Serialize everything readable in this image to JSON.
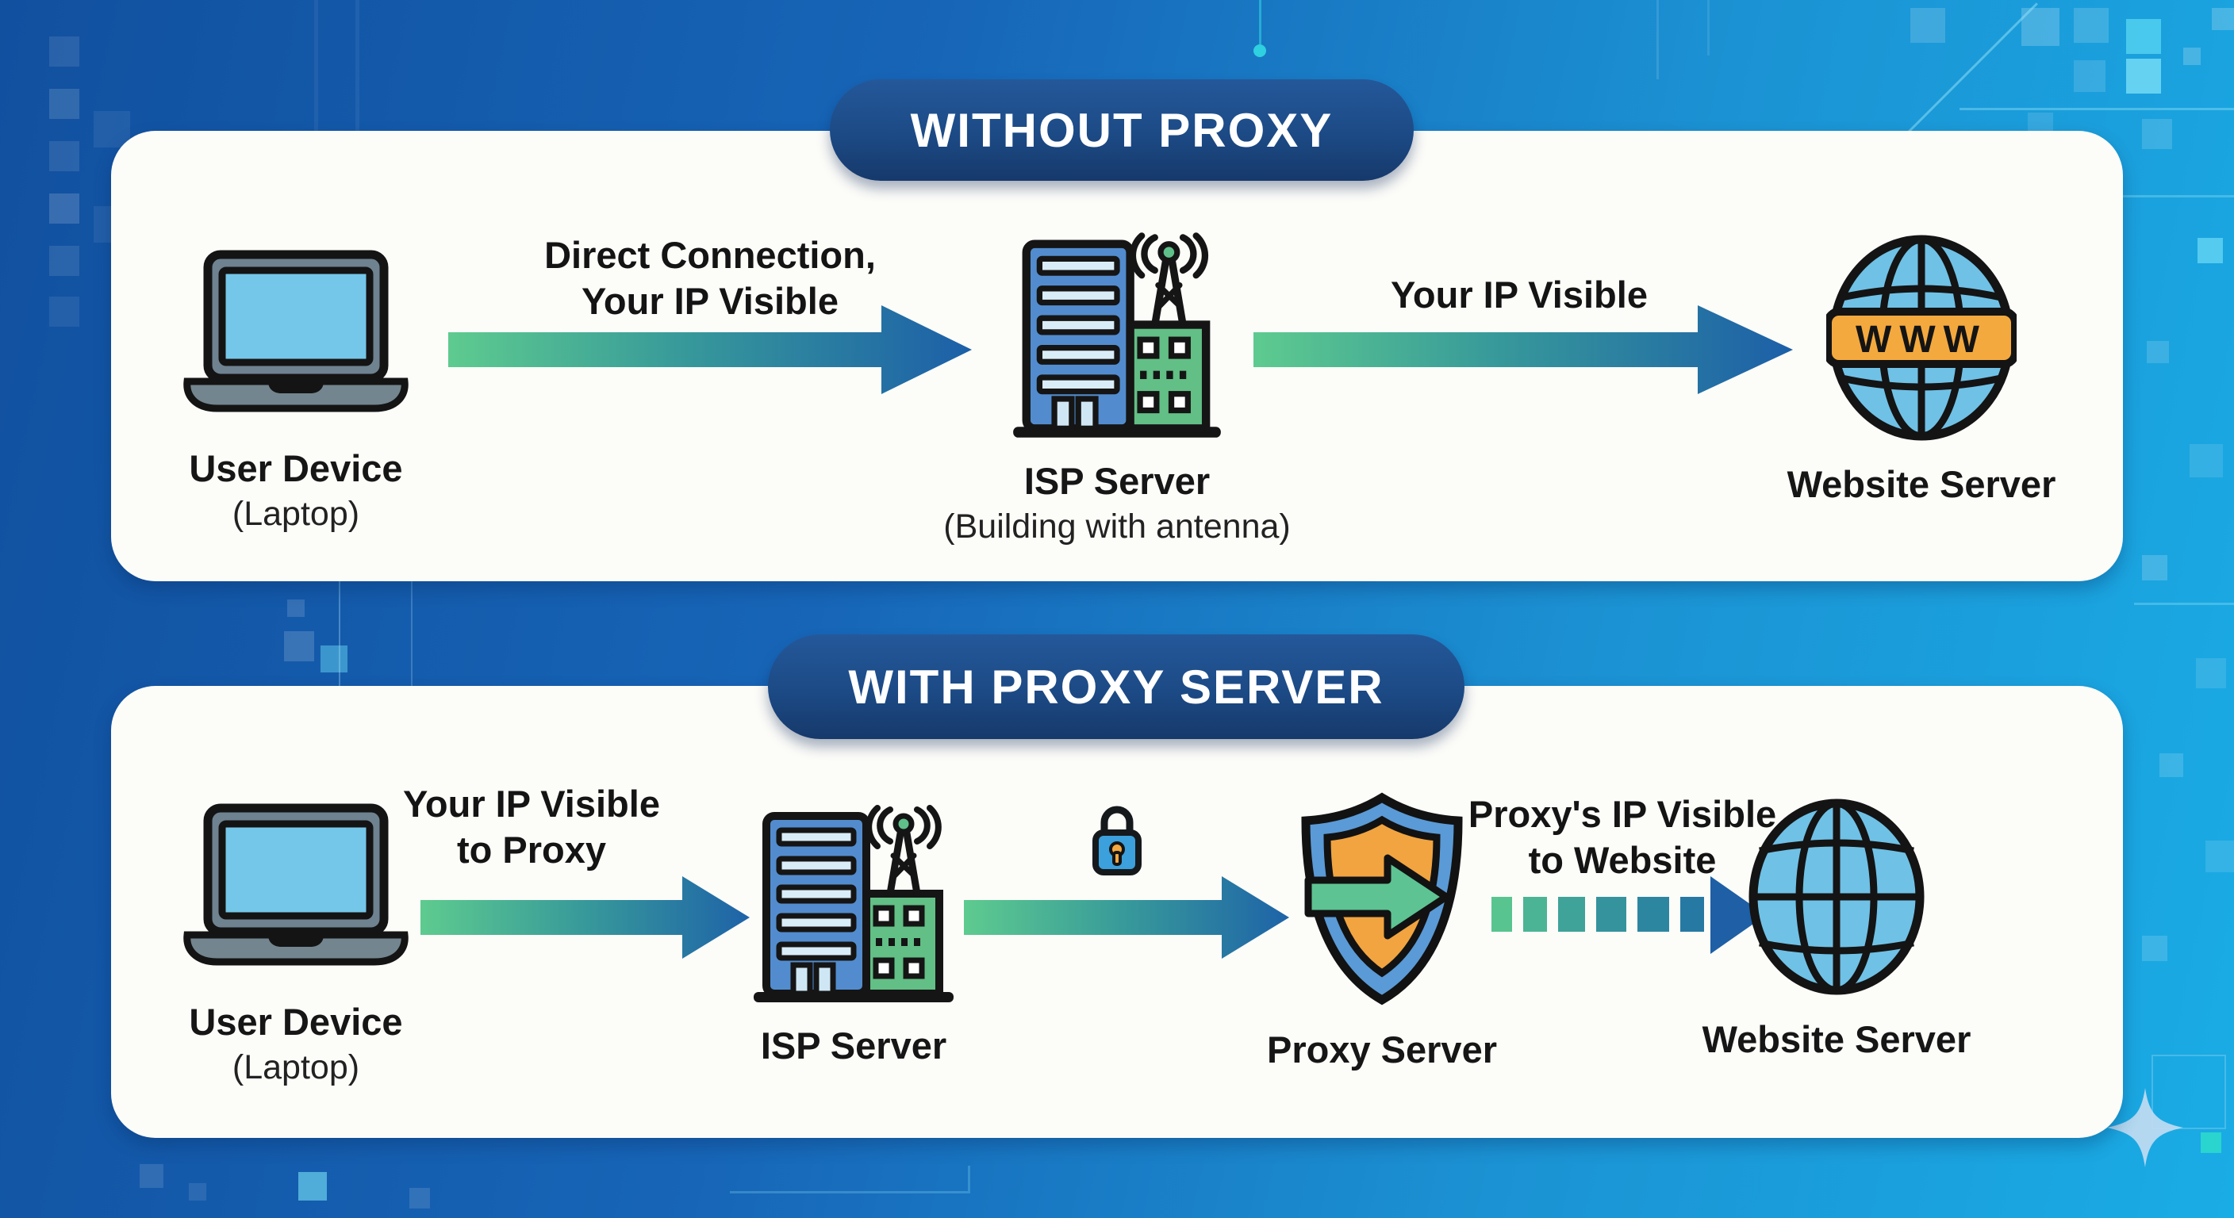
{
  "colors": {
    "background_left": "#11509f",
    "background_right": "#1aace5",
    "card": "#fcfcf9",
    "banner_navy": "#1c4a85",
    "banner_text": "#ffffff",
    "arrow_gradient_green": "#5ecb8f",
    "arrow_gradient_blue": "#1c5fa8",
    "accent_orange": "#f4a93e",
    "building_blue": "#528cce",
    "building_green": "#62bf85",
    "globe_blue": "#6fc1e6",
    "lock_blue": "#3ba0dc",
    "shield_blue": "#5a9ad6",
    "shield_orange": "#f1a43f",
    "shield_arrow_green": "#5dc392",
    "label_text": "#161616"
  },
  "globe_banner_text": "WWW",
  "sections": {
    "without_proxy": {
      "banner": "WITHOUT PROXY",
      "nodes": {
        "user_device": {
          "label": "User Device",
          "sublabel": "(Laptop)",
          "icon": "laptop-icon"
        },
        "isp_server": {
          "label": "ISP Server",
          "sublabel": "(Building with antenna)",
          "icon": "building-antenna-icon"
        },
        "website_server": {
          "label": "Website Server",
          "icon": "globe-www-icon"
        }
      },
      "arrows": {
        "device_to_isp": {
          "line1": "Direct Connection,",
          "line2": "Your IP Visible",
          "style": "solid-gradient"
        },
        "isp_to_website": {
          "line1": "Your IP Visible",
          "style": "solid-gradient"
        }
      }
    },
    "with_proxy": {
      "banner": "WITH PROXY SERVER",
      "nodes": {
        "user_device": {
          "label": "User Device",
          "sublabel": "(Laptop)",
          "icon": "laptop-icon"
        },
        "isp_server": {
          "label": "ISP Server",
          "icon": "building-antenna-icon"
        },
        "proxy_server": {
          "label": "Proxy Server",
          "icon": "shield-arrow-icon"
        },
        "website_server": {
          "label": "Website Server",
          "icon": "globe-icon"
        }
      },
      "arrows": {
        "device_to_isp": {
          "line1": "Your IP Visible",
          "line2": "to Proxy",
          "style": "solid-gradient"
        },
        "isp_to_proxy": {
          "icon": "padlock-icon",
          "style": "solid-gradient"
        },
        "proxy_to_website": {
          "line1": "Proxy's IP Visible",
          "line2": "to Website",
          "style": "dashed-blocks"
        }
      }
    }
  }
}
